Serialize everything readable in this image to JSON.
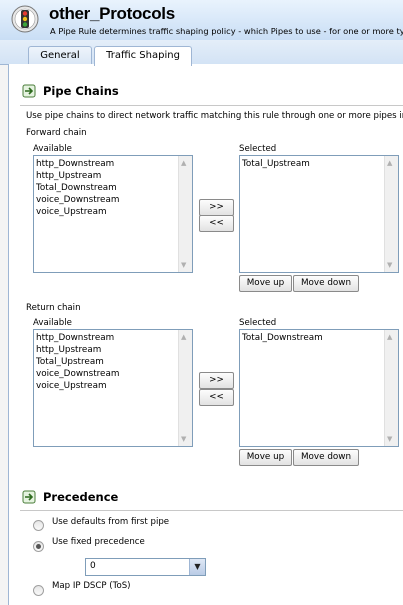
{
  "header": {
    "title": "other_Protocols",
    "subtitle": "A Pipe Rule determines traffic shaping policy - which Pipes to use - for one or more types of traffic.",
    "icon": "traffic-light-icon"
  },
  "tabs": [
    {
      "label": "General",
      "active": false
    },
    {
      "label": "Traffic Shaping",
      "active": true
    }
  ],
  "pipe_chains": {
    "title": "Pipe Chains",
    "icon": "arrow-right-icon",
    "description": "Use pipe chains to direct network traffic matching this rule through one or more pipes in order.",
    "forward": {
      "label": "Forward chain",
      "available_label": "Available",
      "selected_label": "Selected",
      "available": [
        "http_Downstream",
        "http_Upstream",
        "Total_Downstream",
        "voice_Downstream",
        "voice_Upstream"
      ],
      "selected": [
        "Total_Upstream"
      ]
    },
    "return": {
      "label": "Return chain",
      "available_label": "Available",
      "selected_label": "Selected",
      "available": [
        "http_Downstream",
        "http_Upstream",
        "Total_Upstream",
        "voice_Downstream",
        "voice_Upstream"
      ],
      "selected": [
        "Total_Downstream"
      ]
    },
    "add_label": ">>",
    "remove_label": "<<",
    "move_up_label": "Move up",
    "move_down_label": "Move down"
  },
  "precedence": {
    "title": "Precedence",
    "icon": "arrow-right-icon",
    "options": [
      {
        "label": "Use defaults from first pipe",
        "selected": false
      },
      {
        "label": "Use fixed precedence",
        "selected": true
      },
      {
        "label": "Map IP DSCP (ToS)",
        "selected": false
      }
    ],
    "fixed_value": "0"
  }
}
